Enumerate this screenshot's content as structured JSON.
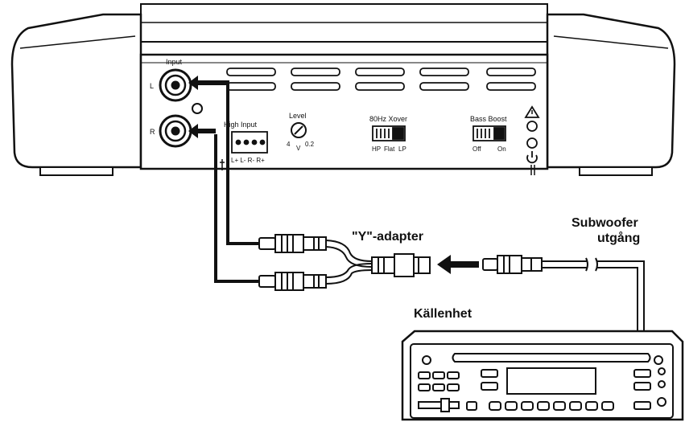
{
  "amplifier": {
    "input_label": "Input",
    "channel_left": "L",
    "channel_right": "R",
    "high_input_label": "High Input",
    "high_input_terminals": "L+  L-  R-  R+",
    "level_label": "Level",
    "level_min": "4",
    "level_max": "0.2",
    "level_unit": "V",
    "xover_label": "80Hz Xover",
    "xover_options": [
      "HP",
      "Flat",
      "LP"
    ],
    "bass_boost_label": "Bass Boost",
    "bass_boost_off": "Off",
    "bass_boost_on": "On"
  },
  "adapter": {
    "label": "\"Y\"-adapter"
  },
  "output": {
    "label_line1": "Subwoofer",
    "label_line2": "utgång"
  },
  "source_unit": {
    "label": "Källenhet"
  },
  "colors": {
    "line": "#111111",
    "body_fill": "#ffffff",
    "panel_fill": "#f4f4f4"
  }
}
